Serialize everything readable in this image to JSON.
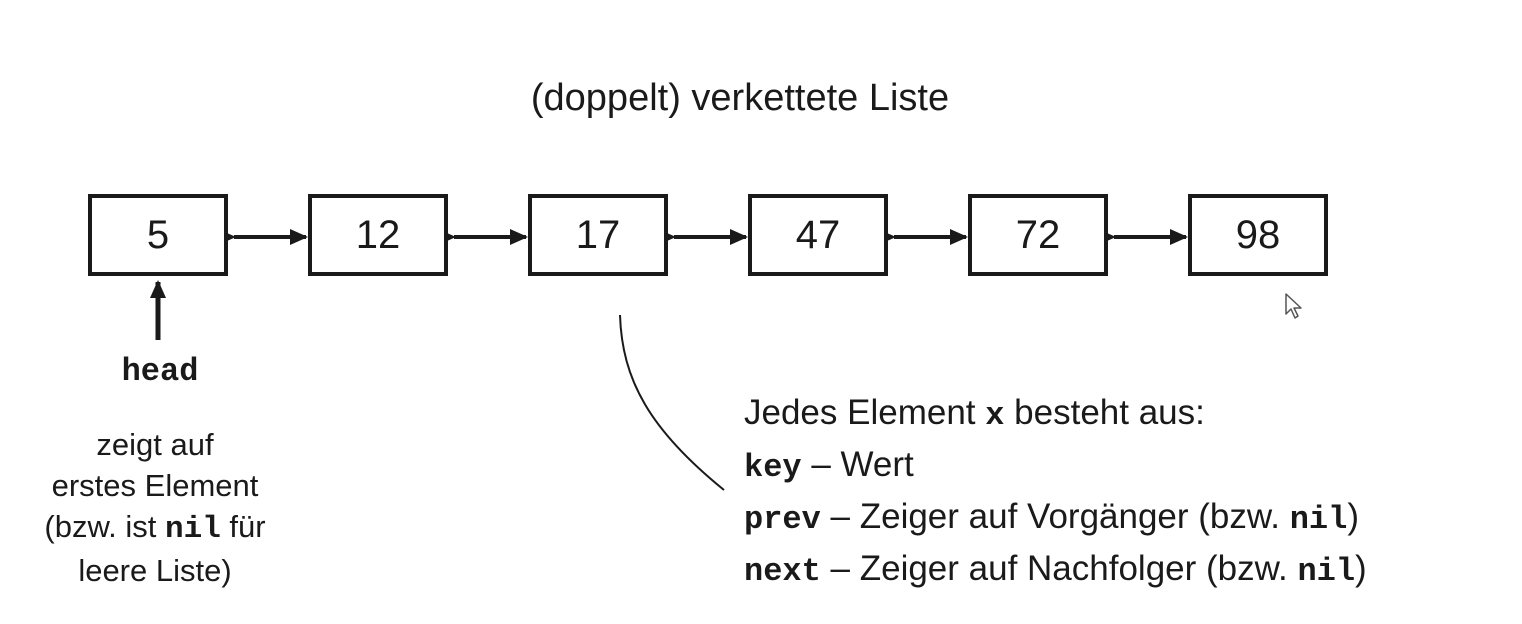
{
  "title": "(doppelt) verkettete Liste",
  "nodes": [
    "5",
    "12",
    "17",
    "47",
    "72",
    "98"
  ],
  "head": {
    "label": "head",
    "desc_line1": "zeigt auf",
    "desc_line2": "erstes Element",
    "desc_line3_a": "(bzw. ist ",
    "desc_line3_code": "nil",
    "desc_line3_b": " für",
    "desc_line4": "leere Liste)"
  },
  "info": {
    "line1_a": "Jedes Element ",
    "line1_code": "x",
    "line1_b": " besteht aus:",
    "key_code": "key",
    "key_text": " – Wert",
    "prev_code": "prev",
    "prev_text": " – Zeiger auf Vorgänger (bzw. ",
    "prev_nil": "nil",
    "prev_close": ")",
    "next_code": "next",
    "next_text": " – Zeiger auf Nachfolger (bzw. ",
    "next_nil": "nil",
    "next_close": ")"
  },
  "colors": {
    "stroke": "#1a1a1a",
    "background": "#ffffff"
  }
}
